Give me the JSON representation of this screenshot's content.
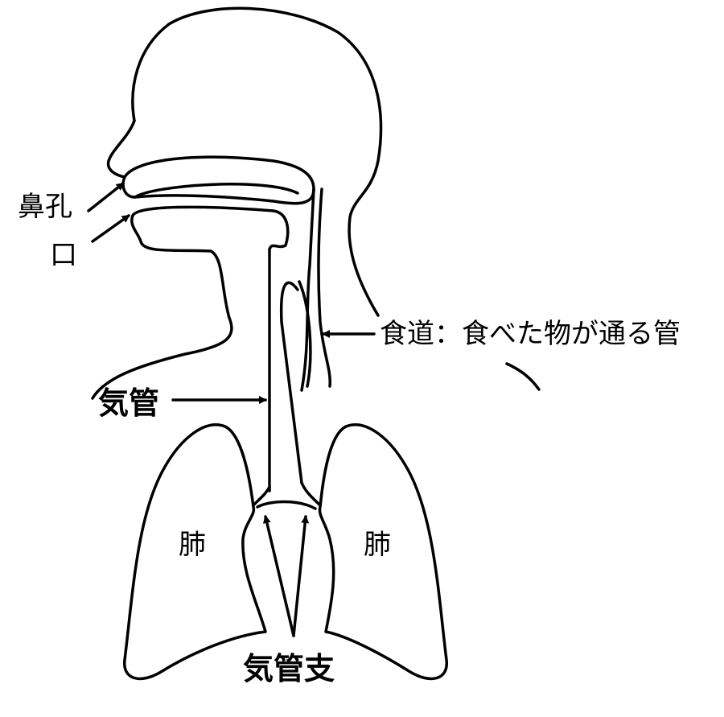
{
  "title": "呼吸器の図",
  "labels": {
    "nostril": "鼻孔",
    "mouth": "口",
    "esophagus": "食道：食べた物が通る管",
    "trachea": "気管",
    "lung_left": "肺",
    "lung_right": "肺",
    "bronchi": "気管支"
  },
  "colors": {
    "line": "#000000",
    "background": "#ffffff"
  }
}
